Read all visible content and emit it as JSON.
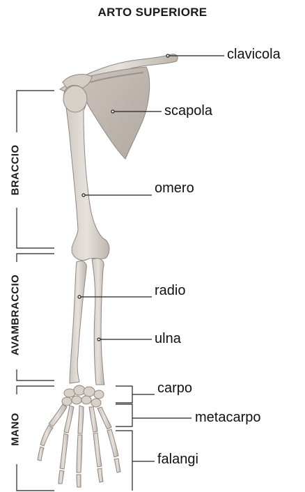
{
  "title": "ARTO SUPERIORE",
  "labels": {
    "clavicola": "clavicola",
    "scapola": "scapola",
    "omero": "omero",
    "radio": "radio",
    "ulna": "ulna",
    "carpo": "carpo",
    "metacarpo": "metacarpo",
    "falangi": "falangi"
  },
  "regions": {
    "braccio": "BRACCIO",
    "avambraccio": "AVAMBRACCIO",
    "mano": "MANO"
  },
  "colors": {
    "bone_fill": "#dcd6d0",
    "bone_shade": "#b9b1a9",
    "bone_outline": "#8f8780",
    "leader_line": "#222222"
  }
}
